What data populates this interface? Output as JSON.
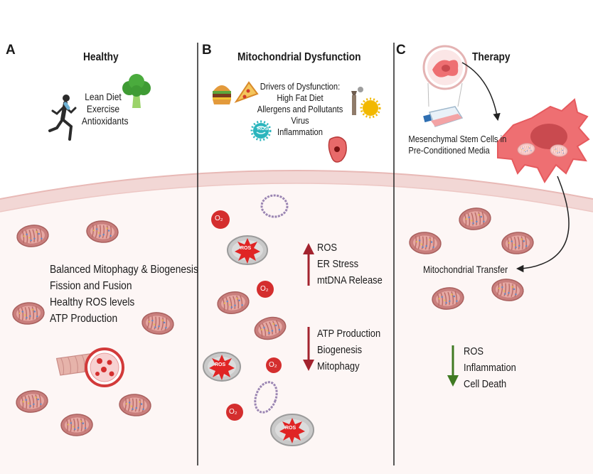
{
  "panels": {
    "a": {
      "letter": "A",
      "title": "Healthy",
      "lifestyle": [
        "Lean Diet",
        "Exercise",
        "Antioxidants"
      ],
      "features": [
        "Balanced Mitophagy & Biogenesis",
        "Fission and Fusion",
        "Healthy ROS levels",
        "ATP Production"
      ]
    },
    "b": {
      "letter": "B",
      "title": "Mitochondrial Dysfunction",
      "drivers": [
        "Drivers of Dysfunction:",
        "High Fat Diet",
        "Allergens and Pollutants",
        "Virus",
        "Inflammation"
      ],
      "increased": [
        "ROS",
        "ER  Stress",
        "mtDNA Release"
      ],
      "decreased": [
        "ATP Production",
        "Biogenesis",
        "Mitophagy"
      ],
      "ros_tag": "ROS",
      "o2_tag": "O₂"
    },
    "c": {
      "letter": "C",
      "title": "Therapy",
      "stem_cells": [
        "Mesenchymal Stem Cells in",
        "Pre-Conditioned Media"
      ],
      "transfer": "Mitochondrial Transfer",
      "decreased": [
        "ROS",
        "Inflammation",
        "Cell Death"
      ]
    }
  },
  "colors": {
    "membrane": "#f2d7d5",
    "cytoplasm": "#fdf6f5",
    "mito": "#c97f7d",
    "ros_red": "#d42e2e",
    "arrow_red": "#a3232e",
    "arrow_green": "#3f7a22",
    "stem_cell": "#ee6f72"
  }
}
